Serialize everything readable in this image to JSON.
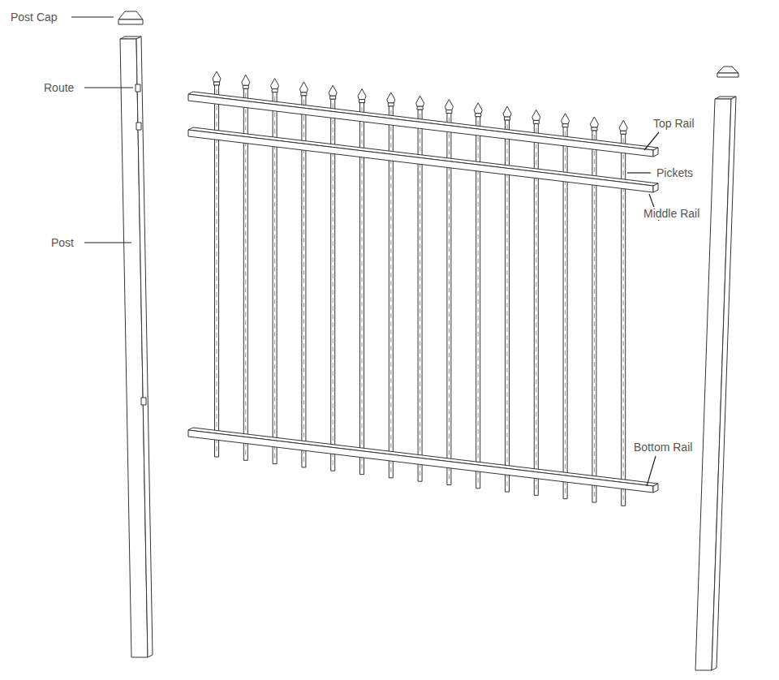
{
  "diagram": {
    "labels": [
      "Post Cap",
      "Route",
      "Post",
      "Top Rail",
      "Pickets",
      "Middle Rail",
      "Bottom Rail"
    ]
  }
}
